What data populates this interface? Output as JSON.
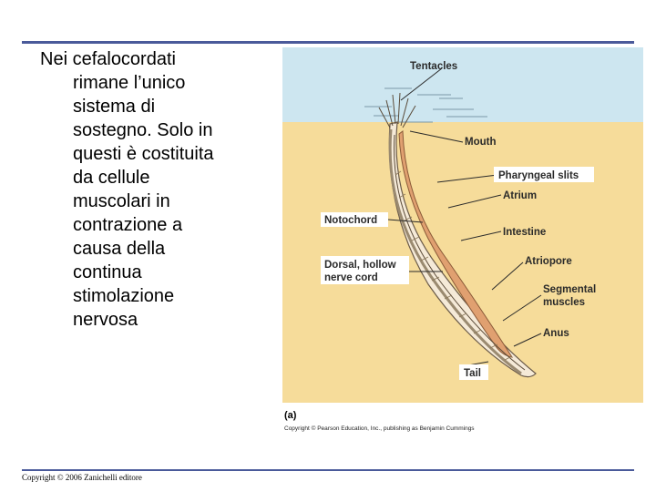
{
  "slide": {
    "bullet_lines": [
      "Nei cefalocordati",
      "rimane l’unico",
      "sistema di",
      "sostegno. Solo in",
      "questi è costituita",
      "da cellule",
      "muscolari in",
      "contrazione a",
      "causa della",
      "continua",
      "stimolazione",
      "nervosa"
    ],
    "footer": "Copyright © 2006 Zanichelli editore"
  },
  "figure": {
    "labels": {
      "tentacles": "Tentacles",
      "mouth": "Mouth",
      "pharyngeal_slits": "Pharyngeal slits",
      "atrium": "Atrium",
      "notochord": "Notochord",
      "intestine": "Intestine",
      "dorsal_line1": "Dorsal, hollow",
      "dorsal_line2": "nerve cord",
      "atriopore": "Atriopore",
      "segmental_line1": "Segmental",
      "segmental_line2": "muscles",
      "anus": "Anus",
      "tail": "Tail"
    },
    "letter": "(a)",
    "copyright": "Copyright © Pearson Education, Inc., publishing as Benjamin Cummings"
  },
  "colors": {
    "rule": "#4a5a9a",
    "water": "#cde6f0",
    "sand": "#f6dc9a",
    "body": "#f5ead8",
    "organ": "#e0a070"
  }
}
